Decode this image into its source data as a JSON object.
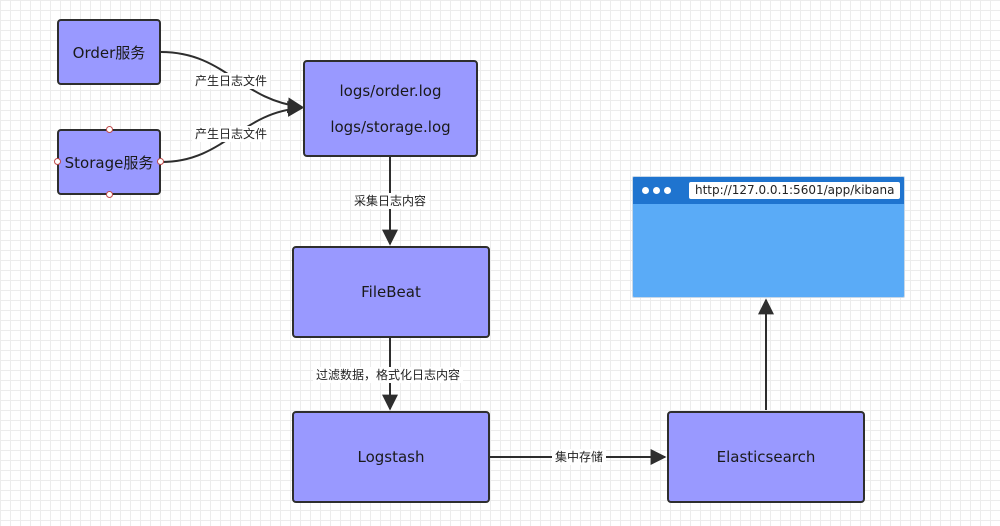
{
  "nodes": {
    "order_service": "Order服务",
    "storage_service": "Storage服务",
    "logs": {
      "order_log": "logs/order.log",
      "storage_log": "logs/storage.log"
    },
    "filebeat": "FileBeat",
    "logstash": "Logstash",
    "elasticsearch": "Elasticsearch"
  },
  "edges": {
    "order_to_logs": "产生日志文件",
    "storage_to_logs": "产生日志文件",
    "logs_to_filebeat": "采集日志内容",
    "filebeat_to_logstash": "过滤数据，格式化日志内容",
    "logstash_to_elasticsearch": "集中存储"
  },
  "browser": {
    "url": "http://127.0.0.1:5601/app/kibana"
  },
  "colors": {
    "node_fill": "#9999ff",
    "browser_body": "#5aabf7",
    "browser_bar": "#1f74cf"
  }
}
